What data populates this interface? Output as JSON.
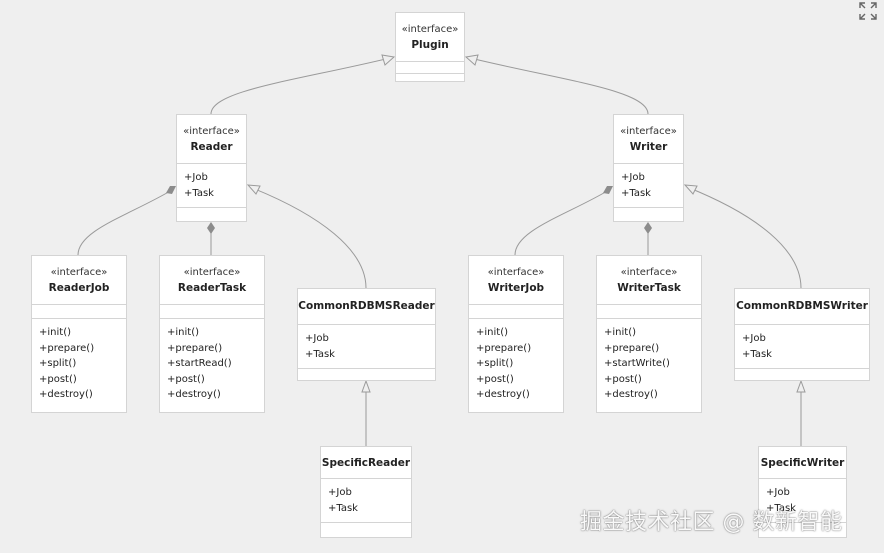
{
  "classes": {
    "plugin": {
      "stereotype": "«interface»",
      "name": "Plugin"
    },
    "reader": {
      "stereotype": "«interface»",
      "name": "Reader",
      "attributes": [
        "+Job",
        "+Task"
      ]
    },
    "writer": {
      "stereotype": "«interface»",
      "name": "Writer",
      "attributes": [
        "+Job",
        "+Task"
      ]
    },
    "reader_job": {
      "stereotype": "«interface»",
      "name": "ReaderJob",
      "methods": [
        "+init()",
        "+prepare()",
        "+split()",
        "+post()",
        "+destroy()"
      ]
    },
    "reader_task": {
      "stereotype": "«interface»",
      "name": "ReaderTask",
      "methods": [
        "+init()",
        "+prepare()",
        "+startRead()",
        "+post()",
        "+destroy()"
      ]
    },
    "common_rdbms_reader": {
      "name": "CommonRDBMSReader",
      "attributes": [
        "+Job",
        "+Task"
      ]
    },
    "writer_job": {
      "stereotype": "«interface»",
      "name": "WriterJob",
      "methods": [
        "+init()",
        "+prepare()",
        "+split()",
        "+post()",
        "+destroy()"
      ]
    },
    "writer_task": {
      "stereotype": "«interface»",
      "name": "WriterTask",
      "methods": [
        "+init()",
        "+prepare()",
        "+startWrite()",
        "+post()",
        "+destroy()"
      ]
    },
    "common_rdbms_writer": {
      "name": "CommonRDBMSWriter",
      "attributes": [
        "+Job",
        "+Task"
      ]
    },
    "specific_reader": {
      "name": "SpecificReader",
      "attributes": [
        "+Job",
        "+Task"
      ]
    },
    "specific_writer": {
      "name": "SpecificWriter",
      "attributes": [
        "+Job",
        "+Task"
      ]
    }
  },
  "relations": [
    {
      "from": "reader",
      "to": "plugin",
      "type": "inheritance"
    },
    {
      "from": "writer",
      "to": "plugin",
      "type": "inheritance"
    },
    {
      "from": "reader_job",
      "to": "reader",
      "type": "composition"
    },
    {
      "from": "reader_task",
      "to": "reader",
      "type": "composition"
    },
    {
      "from": "common_rdbms_reader",
      "to": "reader",
      "type": "inheritance"
    },
    {
      "from": "writer_job",
      "to": "writer",
      "type": "composition"
    },
    {
      "from": "writer_task",
      "to": "writer",
      "type": "composition"
    },
    {
      "from": "common_rdbms_writer",
      "to": "writer",
      "type": "inheritance"
    },
    {
      "from": "specific_reader",
      "to": "common_rdbms_reader",
      "type": "inheritance"
    },
    {
      "from": "specific_writer",
      "to": "common_rdbms_writer",
      "type": "inheritance"
    }
  ],
  "colors": {
    "background": "#efefef",
    "box_fill": "#ffffff",
    "box_border": "#d4d4d4",
    "edge": "#9a9a9a",
    "diamond": "#8c8c8c"
  },
  "watermark": "掘金技术社区 @ 数新智能",
  "fullscreen_icon": "expand-icon"
}
